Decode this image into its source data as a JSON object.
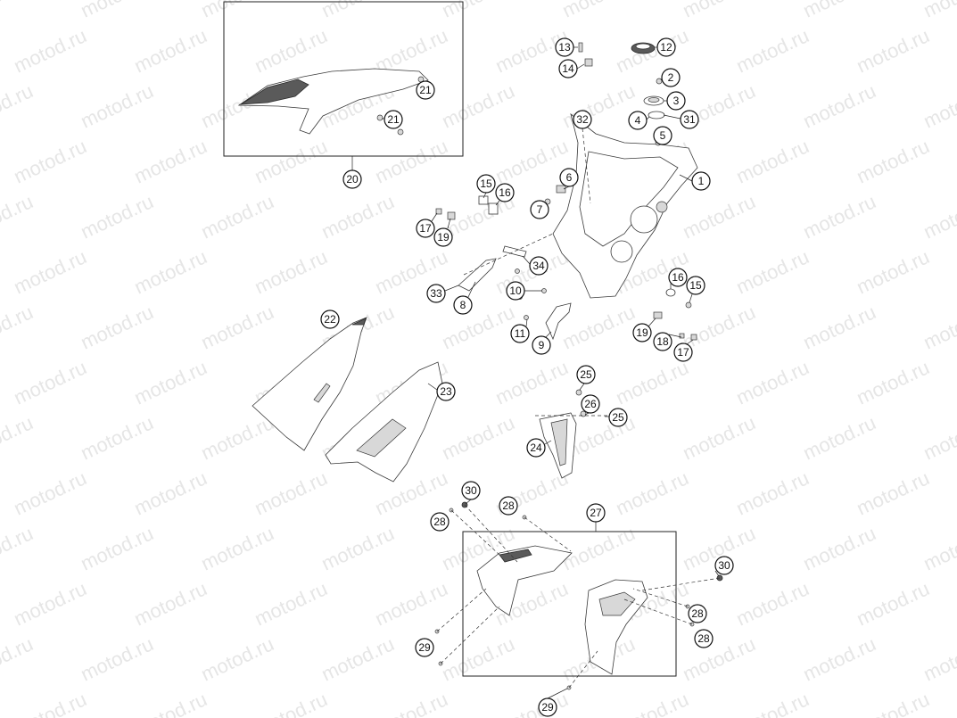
{
  "watermark": "motod.ru",
  "callouts": [
    "20",
    "21",
    "21",
    "13",
    "14",
    "12",
    "2",
    "3",
    "4",
    "31",
    "5",
    "32",
    "1",
    "6",
    "7",
    "15",
    "16",
    "17",
    "19",
    "34",
    "33",
    "8",
    "10",
    "11",
    "9",
    "16",
    "15",
    "19",
    "18",
    "17",
    "22",
    "23",
    "25",
    "26",
    "25",
    "24",
    "30",
    "28",
    "27",
    "28",
    "30",
    "28",
    "28",
    "29",
    "29"
  ]
}
